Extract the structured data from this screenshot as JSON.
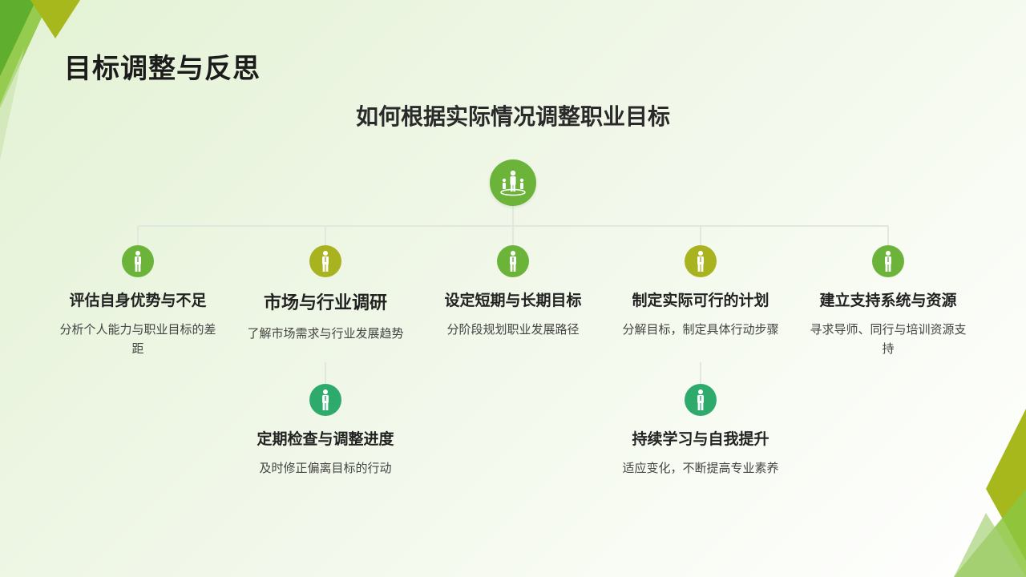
{
  "page_title": "目标调整与反思",
  "subtitle": "如何根据实际情况调整职业目标",
  "colors": {
    "green": "#6cb33a",
    "olive": "#a9b21f",
    "teal": "#2eab6c",
    "line": "#e2e8e0"
  },
  "root": {
    "icon": "team-icon",
    "color": "#6cb33a"
  },
  "nodes": [
    {
      "title": "评估自身优势与不足",
      "desc": "分析个人能力与职业目标的差距",
      "icon": "person-icon",
      "color": "#6cb33a"
    },
    {
      "title": "市场与行业调研",
      "desc": "了解市场需求与行业发展趋势",
      "icon": "person-icon",
      "color": "#a9b21f"
    },
    {
      "title": "设定短期与长期目标",
      "desc": "分阶段规划职业发展路径",
      "icon": "person-icon",
      "color": "#6cb33a"
    },
    {
      "title": "制定实际可行的计划",
      "desc": "分解目标，制定具体行动步骤",
      "icon": "person-icon",
      "color": "#a9b21f"
    },
    {
      "title": "建立支持系统与资源",
      "desc": "寻求导师、同行与培训资源支持",
      "icon": "person-icon",
      "color": "#6cb33a"
    },
    {
      "title": "定期检查与调整进度",
      "desc": "及时修正偏离目标的行动",
      "icon": "person-icon",
      "color": "#2eab6c"
    },
    {
      "title": "持续学习与自我提升",
      "desc": "适应变化，不断提高专业素养",
      "icon": "person-icon",
      "color": "#2eab6c"
    }
  ]
}
